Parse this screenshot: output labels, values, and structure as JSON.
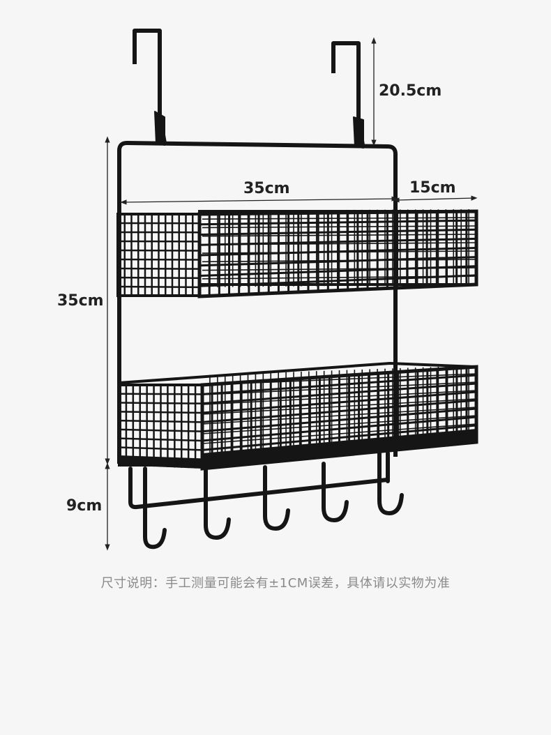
{
  "dimensions": {
    "hook_height": "20.5cm",
    "width": "35cm",
    "depth": "15cm",
    "total_height": "35cm",
    "hook_row_height": "9cm"
  },
  "caption": "尺寸说明：手工测量可能会有±1CM误差，具体请以实物为准",
  "colors": {
    "background": "#f6f6f6",
    "metal": "#151515",
    "dimension_line": "#222222",
    "caption": "#8a8a8a"
  }
}
